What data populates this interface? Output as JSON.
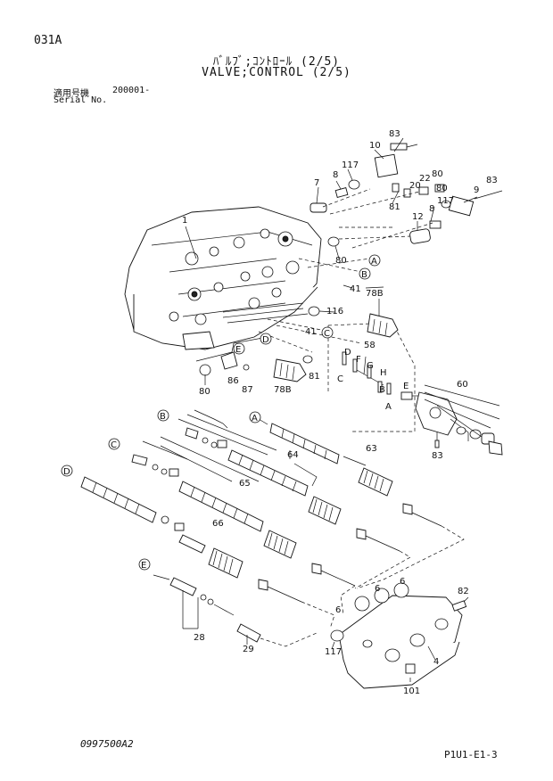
{
  "header": {
    "page_id": "031A",
    "title_jp": "ﾊﾞﾙﾌﾞ;ｺﾝﾄﾛｰﾙ (2/5)",
    "title_en": "VALVE;CONTROL (2/5)",
    "serial_jp": "適用号機",
    "serial_value": "200001-",
    "serial_en": "Serial No."
  },
  "footer": {
    "doc_code": "0997500A2",
    "page_code": "P1U1-E1-3"
  },
  "callouts": {
    "c1": "1",
    "c4": "4",
    "c6a": "6",
    "c6b": "6",
    "c6c": "6",
    "c7": "7",
    "c8a": "8",
    "c8b": "8",
    "c9": "9",
    "c10": "10",
    "c12": "12",
    "c20": "20",
    "c22": "22",
    "c28": "28",
    "c29": "29",
    "c41a": "41",
    "c41b": "41",
    "c58": "58",
    "c60": "60",
    "c63": "63",
    "c64": "64",
    "c65": "65",
    "c66": "66",
    "c78ba": "78B",
    "c78bb": "78B",
    "c80a": "80",
    "c80b": "80",
    "c80c": "80",
    "c81a": "81",
    "c81b": "81",
    "c82": "82",
    "c83a": "83",
    "c83b": "83",
    "c83c": "83",
    "c86": "86",
    "c87": "87",
    "c101": "101",
    "c116": "116",
    "c117a": "117",
    "c117b": "117",
    "c117c": "117"
  },
  "ref_markers": {
    "A": "A",
    "B": "B",
    "C": "C",
    "D": "D",
    "E": "E"
  },
  "sub_labels": {
    "C": "C",
    "D": "D",
    "F": "F",
    "G": "G",
    "H": "H",
    "A": "A",
    "E": "E",
    "B": "B"
  }
}
